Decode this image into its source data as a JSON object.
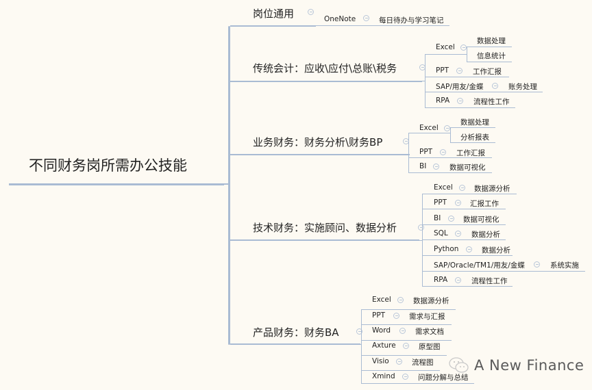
{
  "root": {
    "label": "不同财务岗所需办公技能"
  },
  "branches": [
    {
      "label": "岗位通用",
      "skills": [
        {
          "tool": "OneNote",
          "uses": [
            "每日待办与学习笔记"
          ]
        }
      ]
    },
    {
      "label": "传统会计：应收\\应付\\总账\\税务",
      "skills": [
        {
          "tool": "Excel",
          "uses": [
            "数据处理",
            "信息统计"
          ]
        },
        {
          "tool": "PPT",
          "uses": [
            "工作汇报"
          ]
        },
        {
          "tool": "SAP/用友/金蝶",
          "uses": [
            "账务处理"
          ]
        },
        {
          "tool": "RPA",
          "uses": [
            "流程性工作"
          ]
        }
      ]
    },
    {
      "label": "业务财务：财务分析\\财务BP",
      "skills": [
        {
          "tool": "Excel",
          "uses": [
            "数据处理",
            "分析报表"
          ]
        },
        {
          "tool": "PPT",
          "uses": [
            "工作汇报"
          ]
        },
        {
          "tool": "BI",
          "uses": [
            "数据可视化"
          ]
        }
      ]
    },
    {
      "label": "技术财务：实施顾问、数据分析",
      "skills": [
        {
          "tool": "Excel",
          "uses": [
            "数据源分析"
          ]
        },
        {
          "tool": "PPT",
          "uses": [
            "汇报工作"
          ]
        },
        {
          "tool": "BI",
          "uses": [
            "数据可视化"
          ]
        },
        {
          "tool": "SQL",
          "uses": [
            "数据分析"
          ]
        },
        {
          "tool": "Python",
          "uses": [
            "数据分析"
          ]
        },
        {
          "tool": "SAP/Oracle/TM1/用友/金蝶",
          "uses": [
            "系统实施"
          ]
        },
        {
          "tool": "RPA",
          "uses": [
            "流程性工作"
          ]
        }
      ]
    },
    {
      "label": "产品财务：财务BA",
      "skills": [
        {
          "tool": "Excel",
          "uses": [
            "数据源分析"
          ]
        },
        {
          "tool": "PPT",
          "uses": [
            "需求与汇报"
          ]
        },
        {
          "tool": "Word",
          "uses": [
            "需求文档"
          ]
        },
        {
          "tool": "Axture",
          "uses": [
            "原型图"
          ]
        },
        {
          "tool": "Visio",
          "uses": [
            "流程图"
          ]
        },
        {
          "tool": "Xmind",
          "uses": [
            "问题分解与总结"
          ]
        }
      ]
    }
  ],
  "watermark": {
    "text": "A New Finance",
    "icon": "wechat-icon"
  },
  "colors": {
    "connector": "#a9bbd3",
    "background": "#fdfaf3",
    "text": "#222222"
  }
}
